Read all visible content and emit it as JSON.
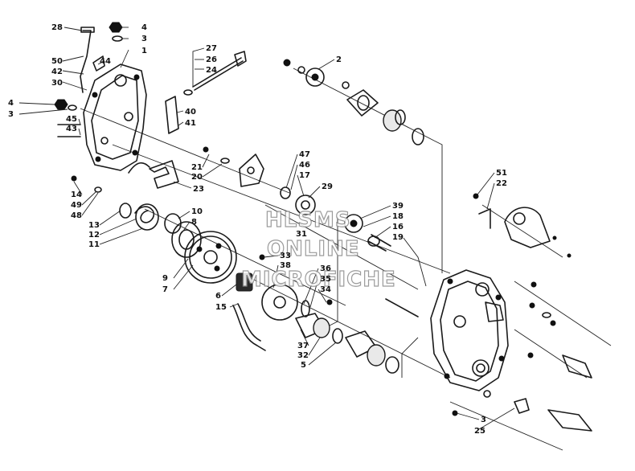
{
  "watermark": {
    "line1": "HLSMS",
    "line2": "ONLINE",
    "line3": "MICROFICHE"
  },
  "callouts": [
    "28",
    "4",
    "3",
    "1",
    "50",
    "44",
    "42",
    "30",
    "4",
    "3",
    "45",
    "43",
    "27",
    "26",
    "24",
    "40",
    "41",
    "2",
    "21",
    "20",
    "23",
    "47",
    "46",
    "17",
    "29",
    "14",
    "49",
    "48",
    "13",
    "12",
    "11",
    "10",
    "8",
    "31",
    "39",
    "18",
    "16",
    "19",
    "51",
    "22",
    "9",
    "7",
    "33",
    "38",
    "36",
    "35",
    "34",
    "6",
    "15",
    "37",
    "32",
    "5",
    "3",
    "25"
  ]
}
